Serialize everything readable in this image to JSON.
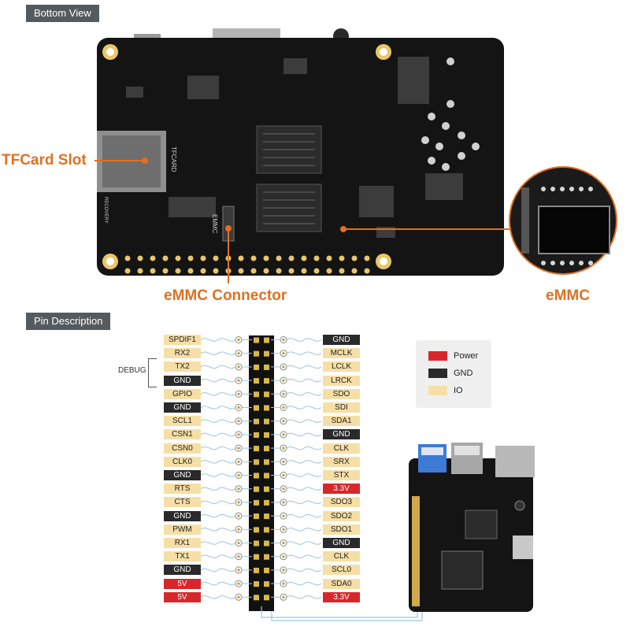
{
  "sections": {
    "bottom_view": "Bottom View",
    "pin_description": "Pin Description"
  },
  "callouts": {
    "tfcard": "TFCard Slot",
    "emmc_connector": "eMMC Connector",
    "emmc": "eMMC"
  },
  "board_silk": {
    "tfcard": "TFCARD",
    "emmc": "EMMC",
    "recovery": "RECOVERY"
  },
  "debug_label": "DEBUG",
  "pins_left": [
    {
      "label": "SPDIF1",
      "type": "io"
    },
    {
      "label": "RX2",
      "type": "io"
    },
    {
      "label": "TX2",
      "type": "io"
    },
    {
      "label": "GND",
      "type": "gnd"
    },
    {
      "label": "GPIO",
      "type": "io"
    },
    {
      "label": "GND",
      "type": "gnd"
    },
    {
      "label": "SCL1",
      "type": "io"
    },
    {
      "label": "CSN1",
      "type": "io"
    },
    {
      "label": "CSN0",
      "type": "io"
    },
    {
      "label": "CLK0",
      "type": "io"
    },
    {
      "label": "GND",
      "type": "gnd"
    },
    {
      "label": "RTS",
      "type": "io"
    },
    {
      "label": "CTS",
      "type": "io"
    },
    {
      "label": "GND",
      "type": "gnd"
    },
    {
      "label": "PWM",
      "type": "io"
    },
    {
      "label": "RX1",
      "type": "io"
    },
    {
      "label": "TX1",
      "type": "io"
    },
    {
      "label": "GND",
      "type": "gnd"
    },
    {
      "label": "5V",
      "type": "pwr"
    },
    {
      "label": "5V",
      "type": "pwr"
    }
  ],
  "pins_right": [
    {
      "label": "GND",
      "type": "gnd"
    },
    {
      "label": "MCLK",
      "type": "io"
    },
    {
      "label": "LCLK",
      "type": "io"
    },
    {
      "label": "LRCK",
      "type": "io"
    },
    {
      "label": "SDO",
      "type": "io"
    },
    {
      "label": "SDI",
      "type": "io"
    },
    {
      "label": "SDA1",
      "type": "io"
    },
    {
      "label": "GND",
      "type": "gnd"
    },
    {
      "label": "CLK",
      "type": "io"
    },
    {
      "label": "SRX",
      "type": "io"
    },
    {
      "label": "STX",
      "type": "io"
    },
    {
      "label": "3.3V",
      "type": "pwr"
    },
    {
      "label": "SDO3",
      "type": "io"
    },
    {
      "label": "SDO2",
      "type": "io"
    },
    {
      "label": "SDO1",
      "type": "io"
    },
    {
      "label": "GND",
      "type": "gnd"
    },
    {
      "label": "CLK",
      "type": "io"
    },
    {
      "label": "SCL0",
      "type": "io"
    },
    {
      "label": "SDA0",
      "type": "io"
    },
    {
      "label": "3.3V",
      "type": "pwr"
    }
  ],
  "legend": [
    {
      "label": "Power",
      "color": "#d6282b"
    },
    {
      "label": "GND",
      "color": "#2a2a2a"
    },
    {
      "label": "IO",
      "color": "#f6dfa6"
    }
  ],
  "colors": {
    "accent": "#e07020",
    "io": "#f6dfa6",
    "gnd": "#2a2a2a",
    "power": "#d6282b",
    "pcb": "#141414",
    "header_pin": "#d9b84a"
  }
}
